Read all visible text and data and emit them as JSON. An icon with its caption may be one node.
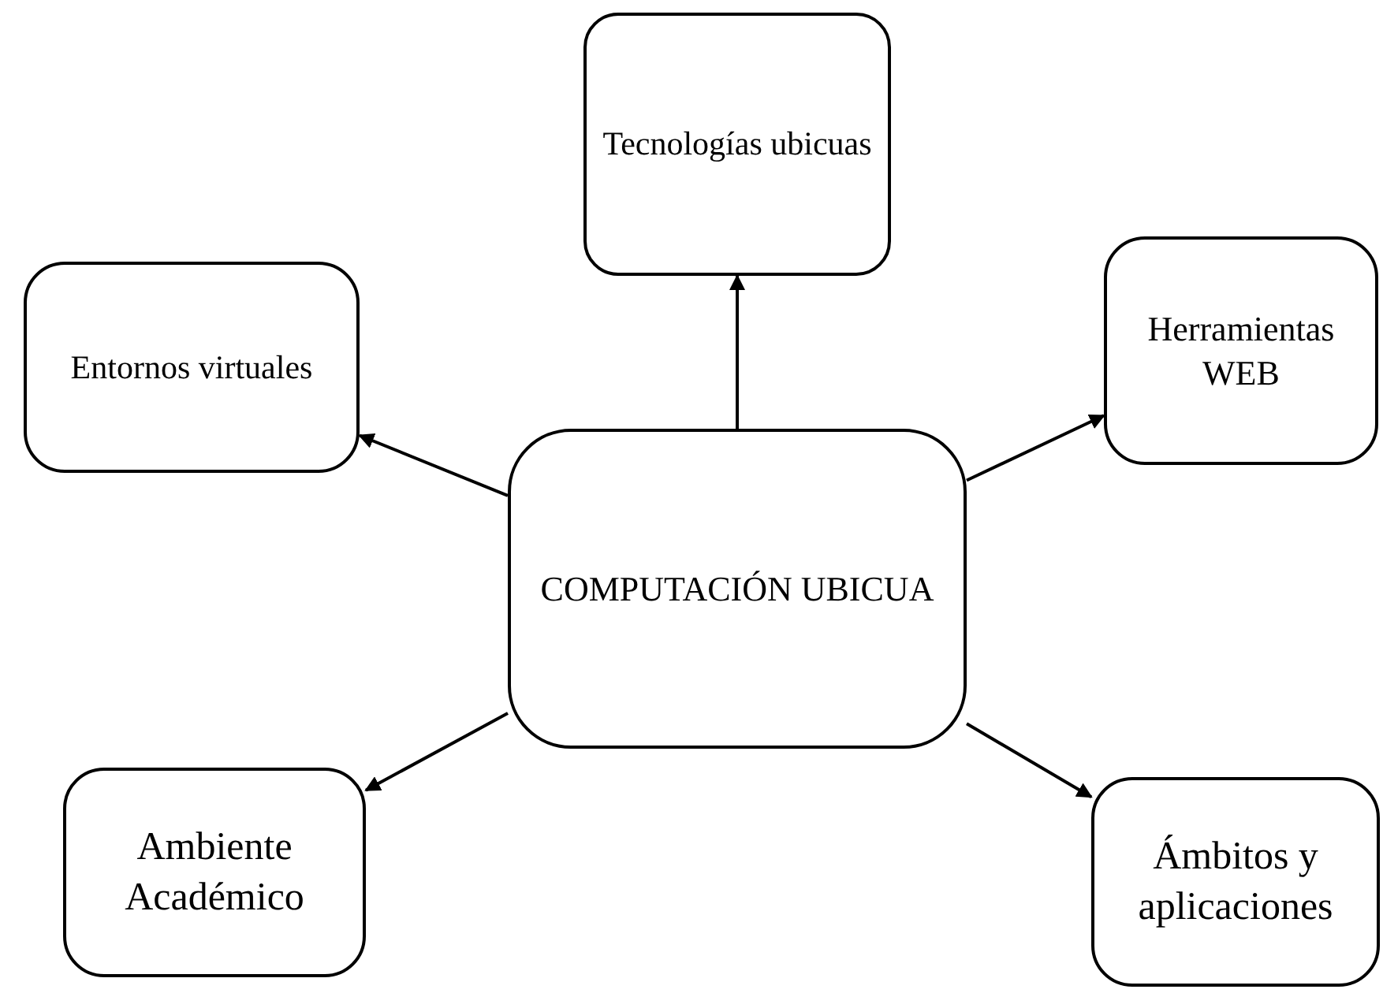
{
  "diagram": {
    "nodes": [
      {
        "text": [
          "COMPUTACIÓN UBICUA"
        ]
      },
      {
        "text": [
          "Tecnologías ubicuas"
        ]
      },
      {
        "text": [
          "Entornos virtuales"
        ]
      },
      {
        "text": [
          "Herramientas WEB"
        ]
      },
      {
        "text": [
          "Ambiente Académico"
        ]
      },
      {
        "text": [
          "Ámbitos y aplicaciones"
        ]
      }
    ],
    "edges": [
      {
        "from": 0,
        "to": 1,
        "arrow": "to"
      },
      {
        "from": 0,
        "to": 2,
        "arrow": "to"
      },
      {
        "from": 0,
        "to": 3,
        "arrow": "to"
      },
      {
        "from": 0,
        "to": 4,
        "arrow": "to"
      },
      {
        "from": 0,
        "to": 5,
        "arrow": "to"
      }
    ]
  }
}
